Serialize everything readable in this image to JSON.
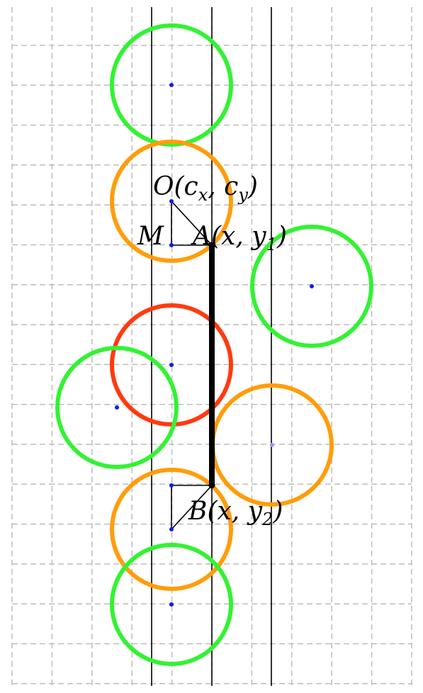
{
  "colors": {
    "grid": "#bdbdbd",
    "line": "#000000",
    "green": "#33f233",
    "orange": "#ff9d0a",
    "red": "#ff3a0f",
    "center_dot": "#0a1ee6",
    "faint_dot": "#8f96ff"
  },
  "labels": {
    "O": {
      "main": "O(c",
      "sub1": "x",
      "mid": ", c",
      "sub2": "y",
      "end": ")"
    },
    "M": {
      "main": "M"
    },
    "A": {
      "main": "A(x, y",
      "sub": "1",
      "end": ")"
    },
    "B": {
      "main": "B(x, y",
      "sub": "2",
      "end": ")"
    }
  },
  "circles": [
    {
      "name": "circle-top-green",
      "color": "green"
    },
    {
      "name": "circle-upper-orange",
      "color": "orange"
    },
    {
      "name": "circle-right-green",
      "color": "green"
    },
    {
      "name": "circle-center-red",
      "color": "red"
    },
    {
      "name": "circle-left-green",
      "color": "green"
    },
    {
      "name": "circle-right-orange",
      "color": "orange"
    },
    {
      "name": "circle-lower-orange",
      "color": "orange"
    },
    {
      "name": "circle-bottom-green",
      "color": "green"
    }
  ]
}
